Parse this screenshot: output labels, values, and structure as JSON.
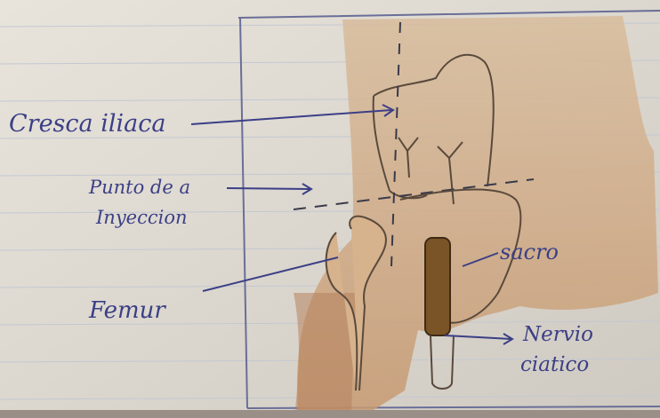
{
  "labels": {
    "iliac_crest": "Cresca iliaca",
    "injection_point_line1": "Punto de a",
    "injection_point_line2": "Inyeccion",
    "femur": "Femur",
    "sacrum": "sacro",
    "sciatic_nerve_line1": "Nervio",
    "sciatic_nerve_line2": "ciatico"
  },
  "colors": {
    "paper": "#e3ded5",
    "ruled_line": "#c9ccd6",
    "ink": "#3b3f86",
    "pencil": "#5a4a3c",
    "skin": "#cfa987",
    "nerve": "#7a5426"
  }
}
